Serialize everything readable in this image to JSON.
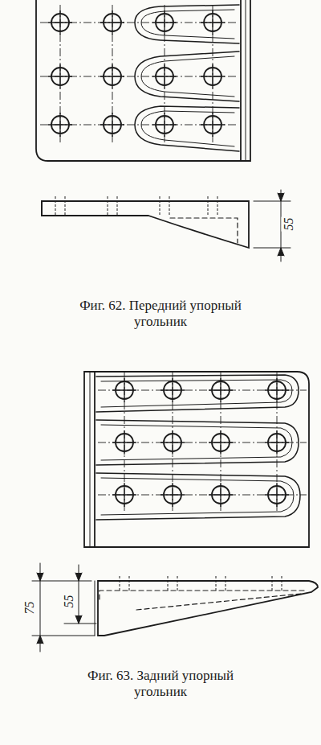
{
  "diagram": {
    "labels": [
      "55",
      "Фиг. 62. Передний упорный угольник",
      "75",
      "55",
      "Фиг. 63. Задний упорный угольник"
    ]
  }
}
